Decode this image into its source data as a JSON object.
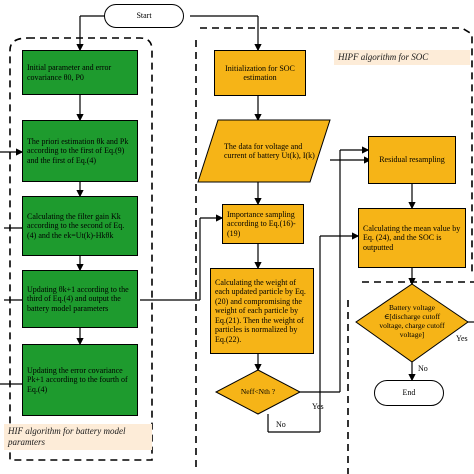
{
  "start": "Start",
  "end": "End",
  "hif_label": "HIF algorithm for battery model paramters",
  "hipf_label": "HIPF algorithm for SOC",
  "green_boxes": [
    "Initial parameter and error covariance θ0, P0",
    "The priori estimation θk and Pk according to the first of Eq.(9) and the first of Eq.(4)",
    "Calculating the filter gain Kk according to the second of Eq.(4) and the ek=Ut(k)-Hkθk",
    "Updating θk+1 according to the third of Eq.(4) and output the battery model parameters",
    "Updating the error covariance Pk+1 according to the fourth of Eq.(4)"
  ],
  "orange_boxes": {
    "init_soc": "Initialization for SOC estimation",
    "data_input": "The data for voltage and current of battery Ut(k), I(k)",
    "importance": "Importance sampling according to Eq.(16)-(19)",
    "weights": "Calculating the weight of each updated particle by Eq.(20) and compromising the weight of each particle by Eq.(21). Then the weight of particles is normalized by Eq.(22).",
    "residual": "Residual resampling",
    "mean": "Calculating the mean value by Eq. (24), and the SOC is outputted",
    "neff": "Neff<Nth ?",
    "voltage_check": "Battery voltage ∈[discharge cutoff voltage, charge cutoff voltage]"
  },
  "labels": {
    "yes": "Yes",
    "no": "No"
  },
  "colors": {
    "green": "#1e9b2e",
    "orange": "#f6b417",
    "region_bg": "#fdecd8"
  }
}
